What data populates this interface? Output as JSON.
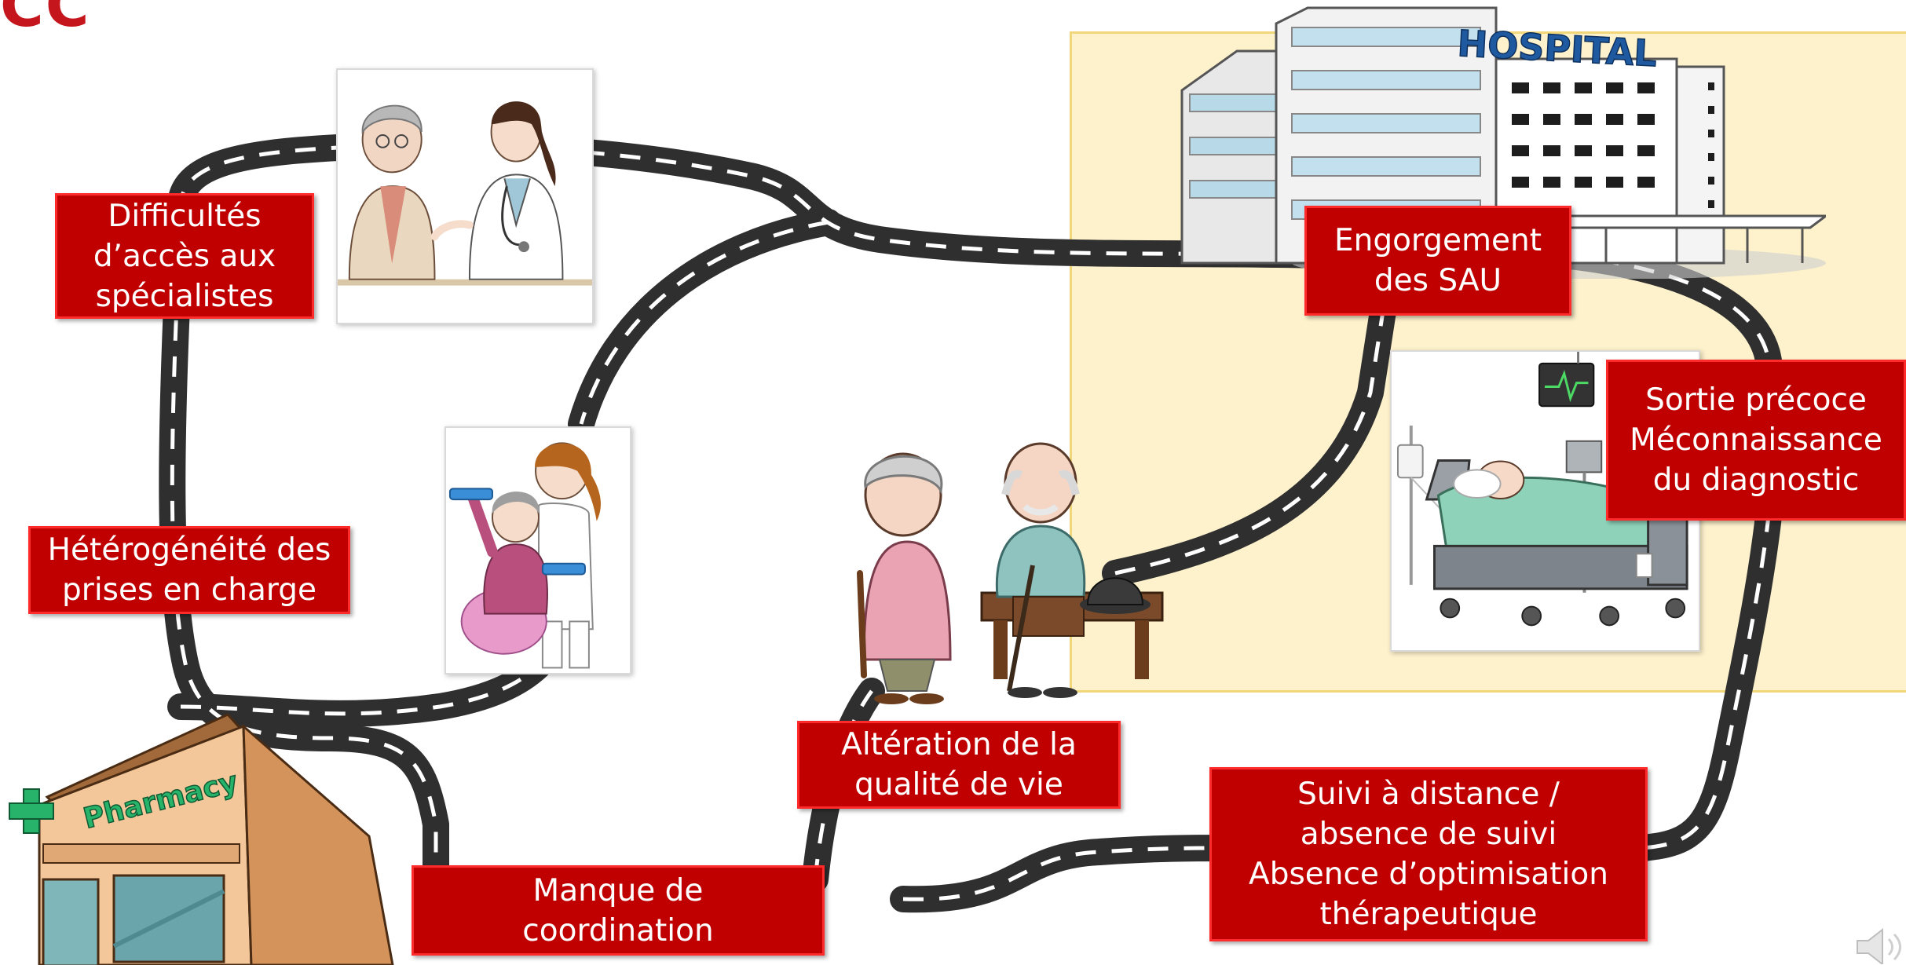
{
  "slide": {
    "title": "CC",
    "colors": {
      "label_bg": "#c00000",
      "label_border": "#ff2a2a",
      "road": "#2f2f2f",
      "road_mark": "#ffffff",
      "hospital_zone": "#fdf2cc"
    }
  },
  "hospital": {
    "sign": "HOSPITAL"
  },
  "pharmacy": {
    "sign": "Pharmacy"
  },
  "labels": [
    {
      "id": "specialists",
      "lines": [
        "Difficultés",
        "d’accès aux",
        "spécialistes"
      ]
    },
    {
      "id": "heterogeneity",
      "lines": [
        "Hétérogénéité des",
        "prises en charge"
      ]
    },
    {
      "id": "coordination",
      "lines": [
        "Manque de",
        "coordination"
      ]
    },
    {
      "id": "quality",
      "lines": [
        "Altération de la",
        "qualité de vie"
      ]
    },
    {
      "id": "followup",
      "lines": [
        "Suivi à distance /",
        "absence de suivi",
        "Absence d’optimisation",
        "thérapeutique"
      ]
    },
    {
      "id": "discharge",
      "lines": [
        "Sortie précoce",
        "Méconnaissance",
        "du diagnostic"
      ]
    },
    {
      "id": "sau",
      "lines": [
        "Engorgement",
        "des SAU"
      ]
    }
  ],
  "illustrations": [
    {
      "id": "consultation",
      "icon": "doctor-consultation-illustration"
    },
    {
      "id": "rehab",
      "icon": "physiotherapy-illustration"
    },
    {
      "id": "elderly",
      "icon": "elderly-couple-illustration"
    },
    {
      "id": "patient",
      "icon": "hospital-bed-patient-illustration"
    },
    {
      "id": "hospital",
      "icon": "hospital-building-illustration"
    },
    {
      "id": "pharmacy",
      "icon": "pharmacy-building-illustration"
    },
    {
      "id": "sound",
      "icon": "speaker-icon"
    }
  ]
}
